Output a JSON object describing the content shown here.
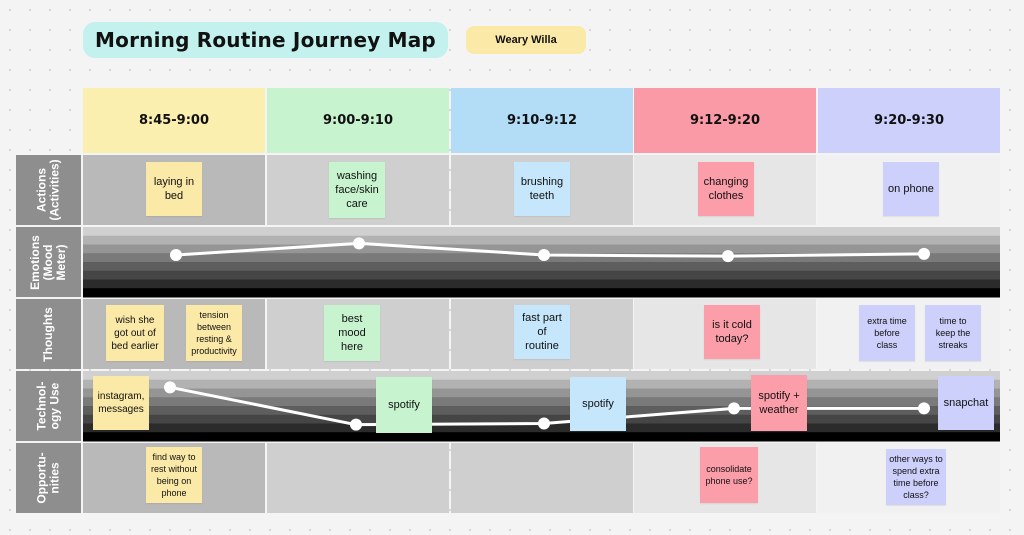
{
  "title": "Morning Routine Journey Map",
  "persona": "Weary Willa",
  "columns": [
    {
      "time": "8:45-9:00",
      "color": "#fbefb0"
    },
    {
      "time": "9:00-9:10",
      "color": "#c8f3cf"
    },
    {
      "time": "9:10-9:12",
      "color": "#b3dcf6"
    },
    {
      "time": "9:12-9:20",
      "color": "#f99aa6"
    },
    {
      "time": "9:20-9:30",
      "color": "#ccd0fb"
    }
  ],
  "rows": {
    "actions": "Actions\n(Activities)",
    "emotions": "Emotions\n(Mood\nMeter)",
    "thoughts": "Thoughts",
    "technology": "Technol-\nogy Use",
    "opportunities": "Opportu-\nnities"
  },
  "actions": [
    "laying in\nbed",
    "washing\nface/skin\ncare",
    "brushing\nteeth",
    "changing\nclothes",
    "on phone"
  ],
  "thoughts": [
    "wish she\ngot out of\nbed earlier",
    "tension\nbetween\nresting &\nproductivity",
    "best\nmood\nhere",
    "fast part\nof\nroutine",
    "is it cold\ntoday?",
    "extra time\nbefore\nclass",
    "time to\nkeep the\nstreaks"
  ],
  "technology": [
    "instagram,\nmessages",
    "spotify",
    "spotify",
    "spotify +\nweather",
    "snapchat"
  ],
  "opportunities": [
    "find way to\nrest without\nbeing on\nphone",
    "consolidate\nphone use?",
    "other ways to\nspend extra\ntime before\nclass?"
  ],
  "chart_data": [
    {
      "type": "line",
      "categories": [
        "8:45-9:00",
        "9:00-9:10",
        "9:10-9:12",
        "9:12-9:20",
        "9:20-9:30"
      ],
      "values": [
        3.6,
        4.6,
        3.6,
        3.5,
        3.7
      ],
      "ylim": [
        0,
        6
      ],
      "grid": false,
      "colors": {
        "line": "#ffffff",
        "marker": "#ffffff",
        "bands": [
          "#000000",
          "#2b2b2b",
          "#454545",
          "#5e5e5e",
          "#7a7a7a",
          "#959595",
          "#b2b2b2",
          "#d0d0d0"
        ]
      }
    },
    {
      "type": "line",
      "categories": [
        "8:45-9:00",
        "9:00-9:10",
        "9:10-9:12",
        "9:12-9:20",
        "9:20-9:30"
      ],
      "values": [
        4.6,
        1.4,
        1.5,
        2.8,
        2.8
      ],
      "ylim": [
        0,
        6
      ],
      "grid": false,
      "colors": {
        "line": "#ffffff",
        "marker": "#ffffff",
        "bands": [
          "#000000",
          "#2b2b2b",
          "#454545",
          "#5e5e5e",
          "#7a7a7a",
          "#959595",
          "#b2b2b2",
          "#d0d0d0"
        ]
      }
    }
  ]
}
